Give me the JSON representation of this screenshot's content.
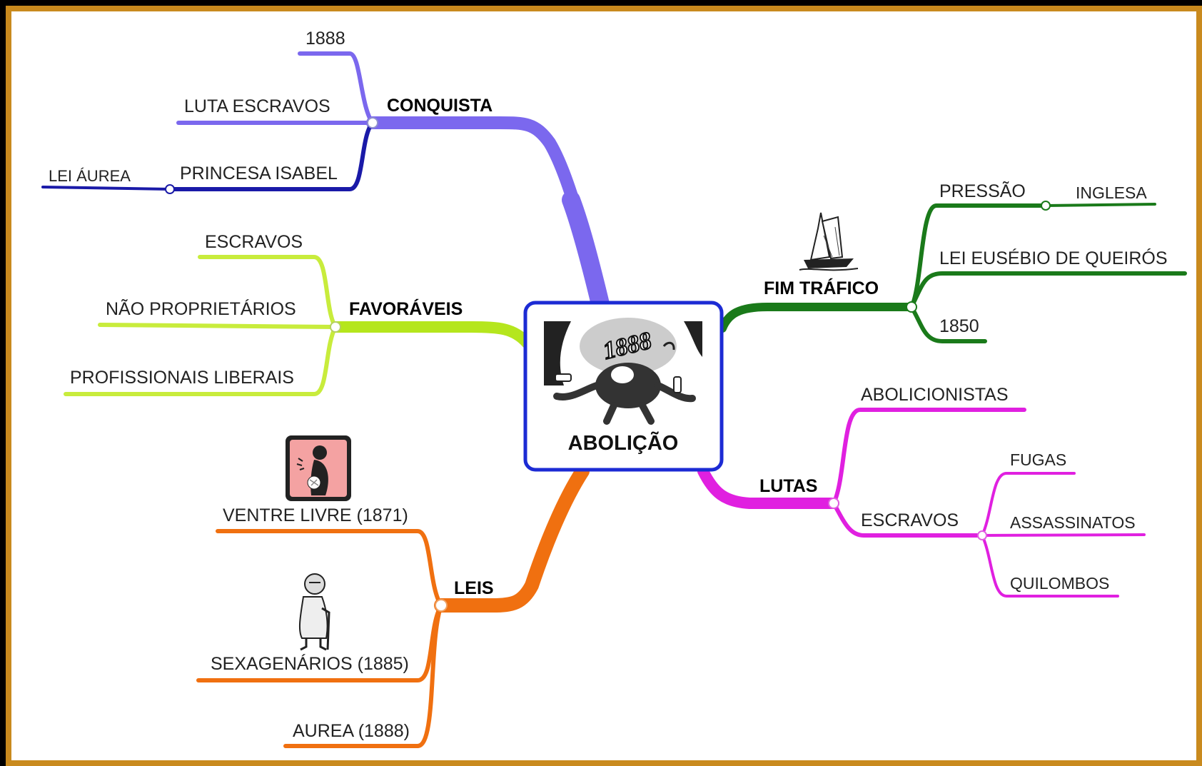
{
  "center": {
    "label": "ABOLIÇÃO",
    "image_text": "1888"
  },
  "colors": {
    "conquista": "#7b68ee",
    "conquista_dark": "#1a1aa8",
    "favoraveis": "#b5e61d",
    "fim_trafico": "#1a7a1a",
    "lutas": "#e020e0",
    "leis": "#f07010",
    "center_border": "#1c2bd4",
    "frame": "#c98a1e"
  },
  "branches": {
    "conquista": {
      "label": "CONQUISTA",
      "children": [
        "1888",
        "LUTA ESCRAVOS",
        "PRINCESA ISABEL"
      ],
      "sub": {
        "princesa_isabel": "LEI ÁUREA"
      }
    },
    "favoraveis": {
      "label": "FAVORÁVEIS",
      "children": [
        "ESCRAVOS",
        "NÃO PROPRIETÁRIOS",
        "PROFISSIONAIS LIBERAIS"
      ]
    },
    "fim_trafico": {
      "label": "FIM TRÁFICO",
      "icon": "sailing-ship-icon",
      "children": [
        "PRESSÃO",
        "LEI EUSÉBIO DE QUEIRÓS",
        "1850"
      ],
      "sub": {
        "pressao": "INGLESA"
      }
    },
    "lutas": {
      "label": "LUTAS",
      "children": [
        "ABOLICIONISTAS",
        "ESCRAVOS"
      ],
      "sub": {
        "escravos": [
          "FUGAS",
          "ASSASSINATOS",
          "QUILOMBOS"
        ]
      }
    },
    "leis": {
      "label": "LEIS",
      "children": [
        "VENTRE LIVRE (1871)",
        "SEXAGENÁRIOS (1885)",
        "AUREA (1888)"
      ],
      "icons": [
        "pregnant-woman-icon",
        "elderly-person-icon"
      ]
    }
  }
}
